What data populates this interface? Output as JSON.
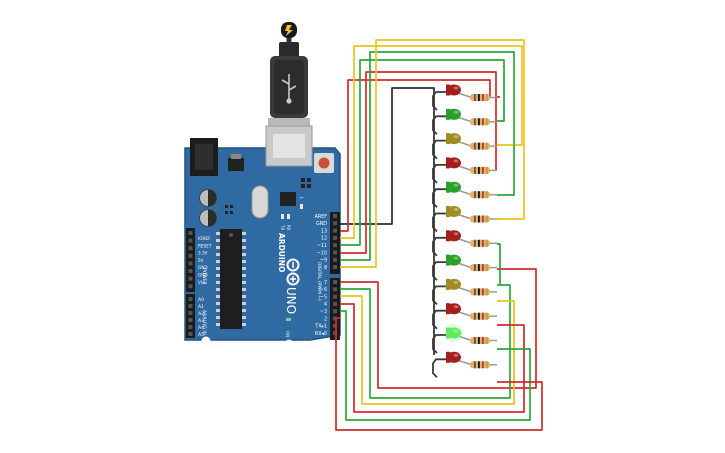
{
  "colors": {
    "board": "#2f6aa3",
    "board_dark": "#23527f",
    "wire_red": "#d42a2a",
    "wire_green": "#2aa836",
    "wire_yellow": "#e6c51c",
    "wire_black": "#2b2b2b",
    "led_red": "#a51d1d",
    "led_green": "#2aa02a",
    "led_yellow": "#a08c22",
    "led_green_lit": "#5ee05e"
  },
  "board": {
    "brand_text": "ARDUINO",
    "model_text": "UNO",
    "header_top": [
      "AREF",
      "GND",
      "13",
      "12",
      "~11",
      "~10",
      "~9",
      "8"
    ],
    "header_bottom": [
      "7",
      "~6",
      "~5",
      "4",
      "~3",
      "2",
      "TX▸1",
      "RX◂0"
    ],
    "digital_label": "DIGITAL (PWM ~)",
    "power_pins": [
      "IOREF",
      "RESET",
      "3.3V",
      "5V",
      "GND",
      "GND",
      "Vin"
    ],
    "power_label": "POWER",
    "analog_pins": [
      "A0",
      "A1",
      "A2",
      "A3",
      "A4",
      "A5"
    ],
    "analog_label": "ANALOG IN",
    "led_labels": [
      "L",
      "TX",
      "RX"
    ],
    "on_label": "ON",
    "icsp_label": "ICSP"
  },
  "leds": [
    {
      "color": "red",
      "lit": false
    },
    {
      "color": "green",
      "lit": false
    },
    {
      "color": "yellow",
      "lit": false
    },
    {
      "color": "red",
      "lit": false
    },
    {
      "color": "green",
      "lit": false
    },
    {
      "color": "yellow",
      "lit": false
    },
    {
      "color": "red",
      "lit": false
    },
    {
      "color": "green",
      "lit": false
    },
    {
      "color": "yellow",
      "lit": false
    },
    {
      "color": "red",
      "lit": false
    },
    {
      "color": "green",
      "lit": true
    },
    {
      "color": "red",
      "lit": false
    }
  ]
}
